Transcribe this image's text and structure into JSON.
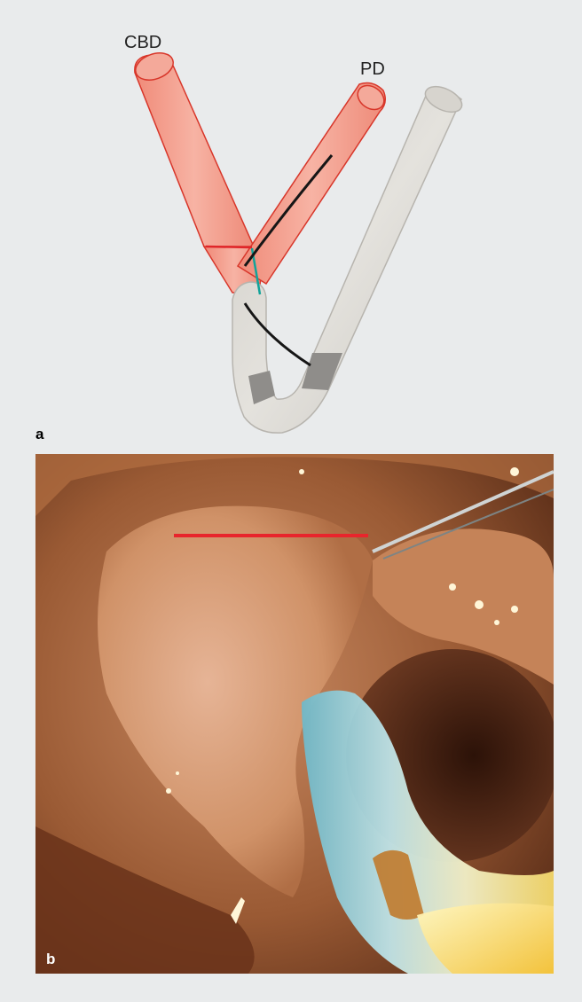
{
  "figure": {
    "panel_a": {
      "label": "a",
      "duct_labels": {
        "cbd": "CBD",
        "pd": "PD"
      }
    },
    "panel_b": {
      "label": "b"
    }
  },
  "colors": {
    "background": "#e9ebec",
    "duct_fill": "#f2a595",
    "duct_outline": "#d8362a",
    "scope_fill": "#d9d7d2",
    "scope_band": "#8f8d8a",
    "incision_line": "#e0262a",
    "septum_line": "#12a39a",
    "guidewire": "#161616"
  }
}
